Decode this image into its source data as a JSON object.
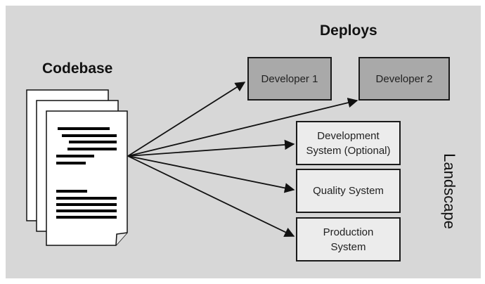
{
  "labels": {
    "codebase": "Codebase",
    "deploys": "Deploys",
    "landscape": "Landscape"
  },
  "developers": [
    "Developer 1",
    "Developer 2"
  ],
  "systems": [
    {
      "line1": "Development",
      "line2": "System (Optional)"
    },
    {
      "line1": "Quality System",
      "line2": ""
    },
    {
      "line1": "Production",
      "line2": "System"
    }
  ],
  "colors": {
    "background": "#d7d7d7",
    "developer_fill": "#a9a9a9",
    "system_fill": "#ececec",
    "stroke": "#1a1a1a"
  }
}
